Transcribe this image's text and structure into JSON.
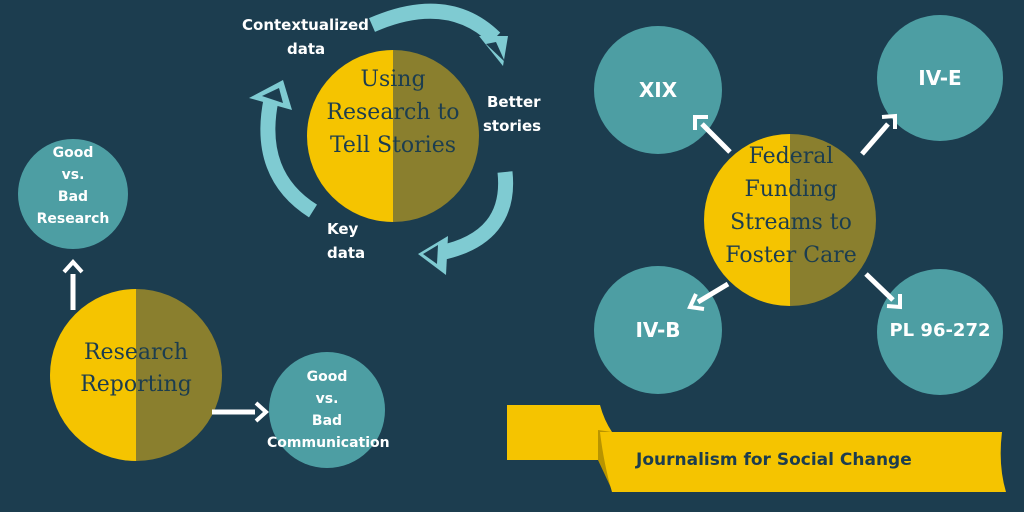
{
  "research_reporting": {
    "center": "Research Reporting",
    "top_node": [
      "Good",
      "vs.",
      "Bad",
      "Research"
    ],
    "right_node": [
      "Good",
      "vs.",
      "Bad",
      "Communication"
    ]
  },
  "cycle": {
    "center": "Using Research to Tell Stories",
    "label_contextualized": [
      "Contextualized",
      "data"
    ],
    "label_better": [
      "Better",
      "stories"
    ],
    "label_key": [
      "Key",
      "data"
    ]
  },
  "federal": {
    "center": "Federal Funding Streams to Foster Care",
    "nodes": [
      "XIX",
      "IV-E",
      "IV-B",
      "PL 96-272"
    ]
  },
  "banner": {
    "text": "Journalism for Social Change"
  },
  "colors": {
    "background": "#1c3d4f",
    "teal": "#4d9ea3",
    "gold": "#f5c400",
    "olive": "#8a7f2e",
    "arrow_cyan": "#7fcbd2"
  }
}
